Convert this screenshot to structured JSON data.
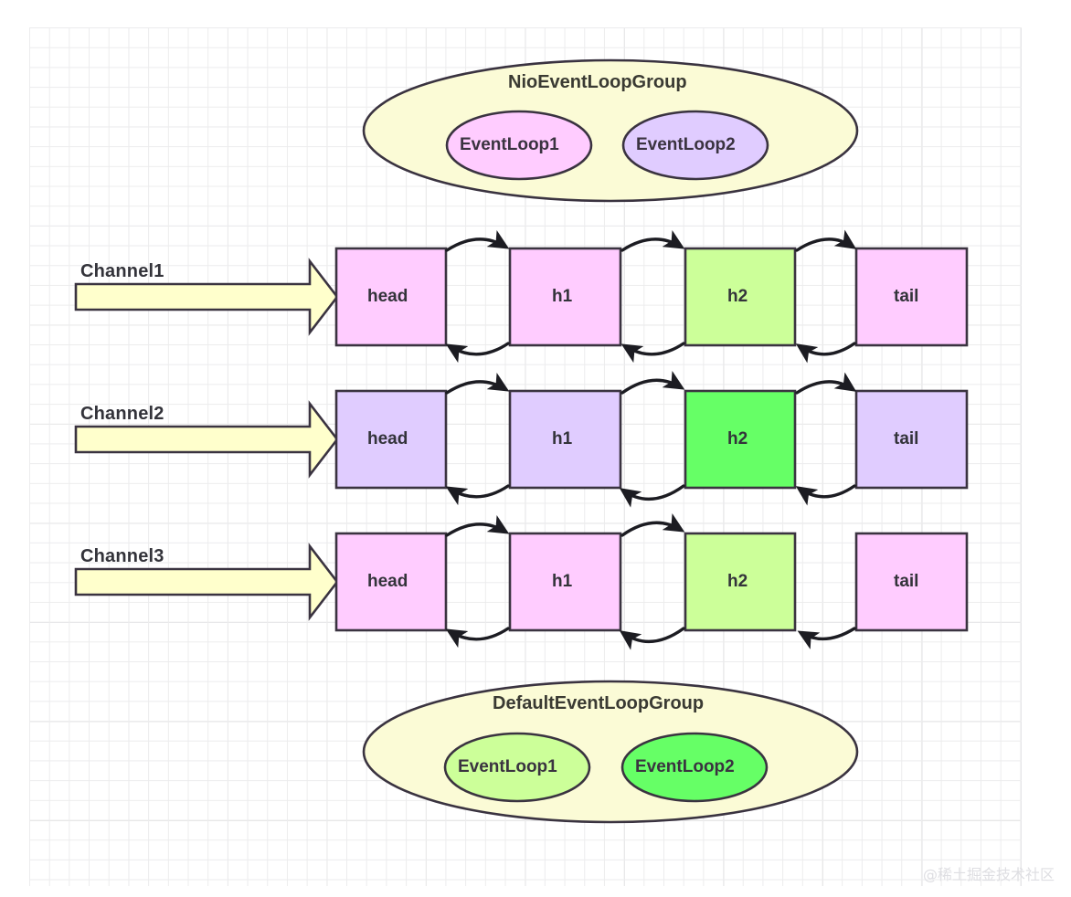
{
  "diagram": {
    "title": "Netty EventLoopGroup / ChannelPipeline diagram",
    "watermark": "@稀土掘金技术社区",
    "colors": {
      "pink": "#ffccff",
      "purple": "#e0ccff",
      "light_green": "#ccff99",
      "bright_green": "#66ff66",
      "pale_yellow": "#ffffcc",
      "cream": "#fbfbd6",
      "stroke": "#3a3340",
      "grid_line": "#e8e8ea",
      "text": "#33333a"
    }
  },
  "top_group": {
    "name": "top-event-loop-group",
    "title": "NioEventLoopGroup",
    "loops": [
      {
        "label": "EventLoop1",
        "fill": "#ffccff"
      },
      {
        "label": "EventLoop2",
        "fill": "#e0ccff"
      }
    ]
  },
  "bottom_group": {
    "name": "bottom-event-loop-group",
    "title": "DefaultEventLoopGroup",
    "loops": [
      {
        "label": "EventLoop1",
        "fill": "#ccff99"
      },
      {
        "label": "EventLoop2",
        "fill": "#66ff66"
      }
    ]
  },
  "channels": [
    {
      "label": "Channel1",
      "handlers": [
        {
          "label": "head",
          "fill": "#ffccff"
        },
        {
          "label": "h1",
          "fill": "#ffccff"
        },
        {
          "label": "h2",
          "fill": "#ccff99"
        },
        {
          "label": "tail",
          "fill": "#ffccff"
        }
      ],
      "connectors": [
        {
          "forward": true,
          "backward": true
        },
        {
          "forward": true,
          "backward": true
        },
        {
          "forward": true,
          "backward": true
        }
      ]
    },
    {
      "label": "Channel2",
      "handlers": [
        {
          "label": "head",
          "fill": "#e0ccff"
        },
        {
          "label": "h1",
          "fill": "#e0ccff"
        },
        {
          "label": "h2",
          "fill": "#66ff66"
        },
        {
          "label": "tail",
          "fill": "#e0ccff"
        }
      ],
      "connectors": [
        {
          "forward": true,
          "backward": true
        },
        {
          "forward": true,
          "backward": true
        },
        {
          "forward": true,
          "backward": true
        }
      ]
    },
    {
      "label": "Channel3",
      "handlers": [
        {
          "label": "head",
          "fill": "#ffccff"
        },
        {
          "label": "h1",
          "fill": "#ffccff"
        },
        {
          "label": "h2",
          "fill": "#ccff99"
        },
        {
          "label": "tail",
          "fill": "#ffccff"
        }
      ],
      "connectors": [
        {
          "forward": true,
          "backward": true
        },
        {
          "forward": true,
          "backward": true
        },
        {
          "forward": false,
          "backward": true
        }
      ]
    }
  ]
}
